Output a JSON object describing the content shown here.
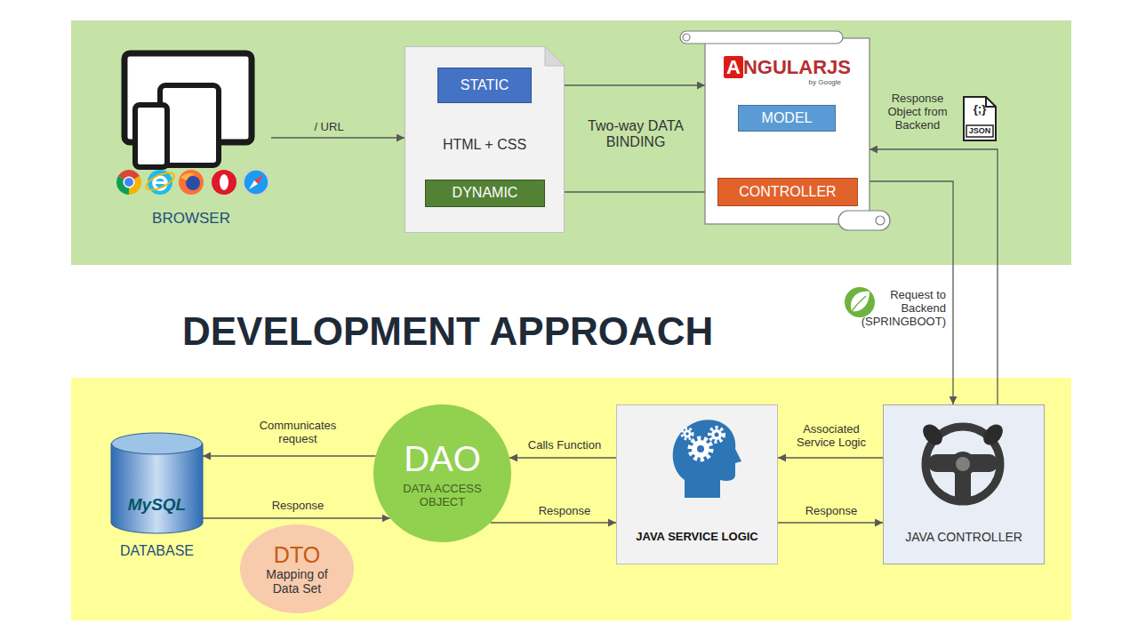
{
  "diagram": {
    "title": "DEVELOPMENT APPROACH",
    "nodes": [
      {
        "text": [
          "BROWSER"
        ]
      },
      {
        "text": [
          "HTML + CSS"
        ]
      },
      {
        "text": [
          "STATIC"
        ],
        "in": 1
      },
      {
        "text": [
          "DYNAMIC"
        ],
        "in": 1
      },
      {
        "text": [
          "ANGULARJS",
          "by Google"
        ]
      },
      {
        "text": [
          "MODEL"
        ],
        "in": 4
      },
      {
        "text": [
          "CONTROLLER"
        ],
        "in": 4
      },
      {
        "text": [
          "MySQL",
          "DATABASE"
        ]
      },
      {
        "text": [
          "DAO",
          "DATA ACCESS OBJECT"
        ]
      },
      {
        "text": [
          "DTO",
          "Mapping of Data Set"
        ]
      },
      {
        "text": [
          "JAVA SERVICE LOGIC"
        ]
      },
      {
        "text": [
          "JAVA CONTROLLER"
        ]
      }
    ],
    "edges": [
      {
        "from": 0,
        "to": 1,
        "arrow": "to",
        "label": "/ URL"
      },
      {
        "from": 2,
        "to": 4,
        "arrow": "to"
      },
      {
        "from": 5,
        "to": 6,
        "arrow": "to"
      },
      {
        "from": 6,
        "to": 3,
        "arrow": "to"
      },
      {
        "from": 4,
        "to": 11,
        "arrow": "to",
        "label": "Request to Backend (SPRINGBOOT)"
      },
      {
        "from": 11,
        "to": 4,
        "arrow": "to",
        "label": "Response Object from Backend"
      },
      {
        "from": 11,
        "to": 10,
        "arrow": "to",
        "label": "Associated Service Logic"
      },
      {
        "from": 10,
        "to": 11,
        "arrow": "to",
        "label": "Response"
      },
      {
        "from": 10,
        "to": 8,
        "arrow": "to",
        "label": "Calls Function"
      },
      {
        "from": 8,
        "to": 10,
        "arrow": "to",
        "label": "Response"
      },
      {
        "from": 8,
        "to": 7,
        "arrow": "to",
        "label": "Communicates request"
      },
      {
        "from": 7,
        "to": 8,
        "arrow": "to",
        "label": "Response"
      }
    ],
    "labels": [
      "Two-way DATA BINDING",
      "{;}",
      "JSON"
    ]
  }
}
